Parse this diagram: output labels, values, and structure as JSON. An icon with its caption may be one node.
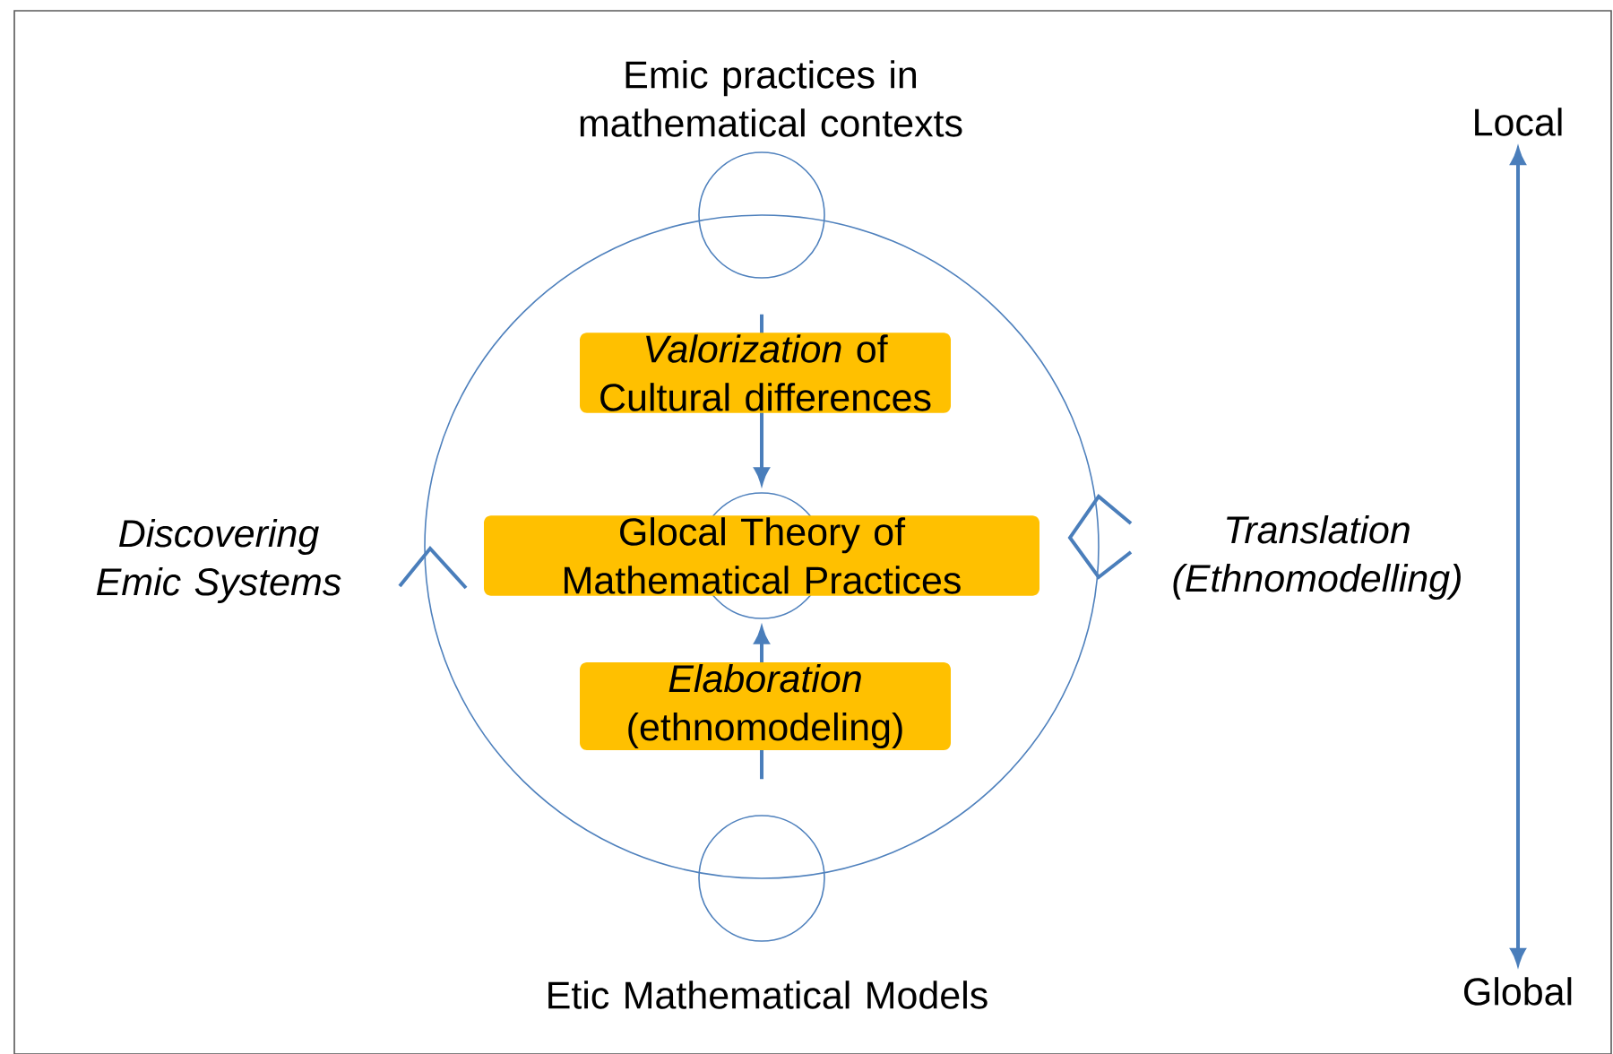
{
  "diagram": {
    "nodes": [
      {
        "text": [],
        "shape": "circle"
      },
      {
        "text": [],
        "shape": "circle",
        "beside": [
          "Emic practices in mathematical contexts"
        ]
      },
      {
        "text": [
          "Glocal Theory of Mathematical Practices"
        ],
        "in": 0
      },
      {
        "text": [],
        "shape": "circle",
        "beside": [
          "Etic Mathematical Models"
        ]
      },
      {
        "text": [
          "Local"
        ]
      },
      {
        "text": [
          "Global"
        ]
      }
    ],
    "edges": [
      {
        "from": 1,
        "to": 2,
        "arrow": "to",
        "label": "*Valorization* of Cultural differences"
      },
      {
        "from": 3,
        "to": 2,
        "arrow": "to",
        "label": "*Elaboration* (ethnomodeling)"
      },
      {
        "from": 4,
        "to": 5,
        "arrow": "both"
      }
    ],
    "labels": [
      "Discovering Emic Systems",
      "Translation (Ethnomodelling)"
    ]
  }
}
